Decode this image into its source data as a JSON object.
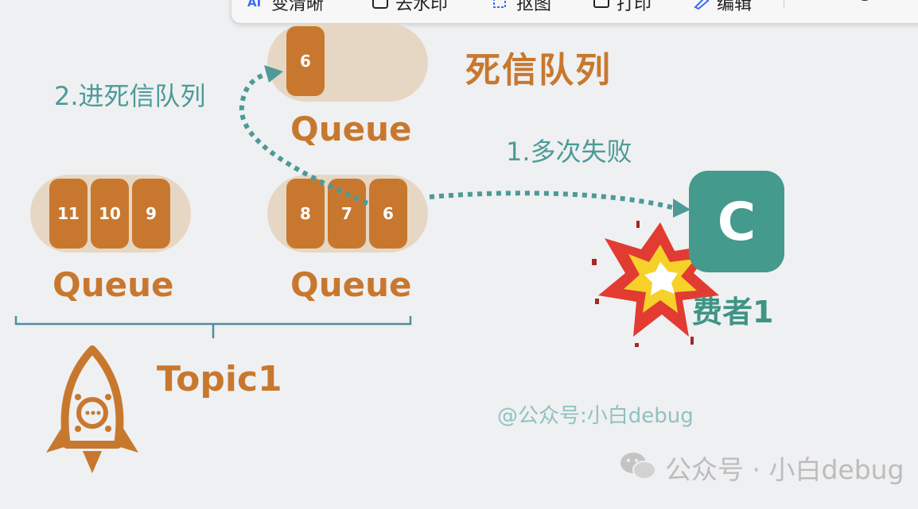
{
  "toolbar": {
    "items": [
      {
        "label": "变清晰",
        "icon": "ai-icon"
      },
      {
        "label": "去水印",
        "icon": "watermark-remove-icon"
      },
      {
        "label": "抠图",
        "icon": "cutout-icon"
      },
      {
        "label": "打印",
        "icon": "printer-icon"
      },
      {
        "label": "编辑",
        "icon": "edit-icon"
      }
    ],
    "extra_icons": [
      "download-icon",
      "search-icon",
      "more-icon"
    ]
  },
  "diagram": {
    "dead_letter_title": "死信队列",
    "dead_letter_queue": {
      "label": "Queue",
      "messages": [
        "6"
      ]
    },
    "step1": "1.多次失败",
    "step2": "2.进死信队列",
    "queue_left": {
      "label": "Queue",
      "messages": [
        "11",
        "10",
        "9"
      ]
    },
    "queue_right": {
      "label": "Queue",
      "messages": [
        "8",
        "7",
        "6"
      ]
    },
    "topic_label": "Topic1",
    "consumer_letter": "C",
    "consumer_label": "费者1"
  },
  "watermarks": {
    "line1": "@公众号:小白debug",
    "line2": "公众号 · 小白debug"
  },
  "colors": {
    "orange": "#c8782e",
    "pill": "#e6d7c4",
    "teal": "#449a8c",
    "teal_text": "#4d9a98",
    "background": "#eff0f2"
  }
}
